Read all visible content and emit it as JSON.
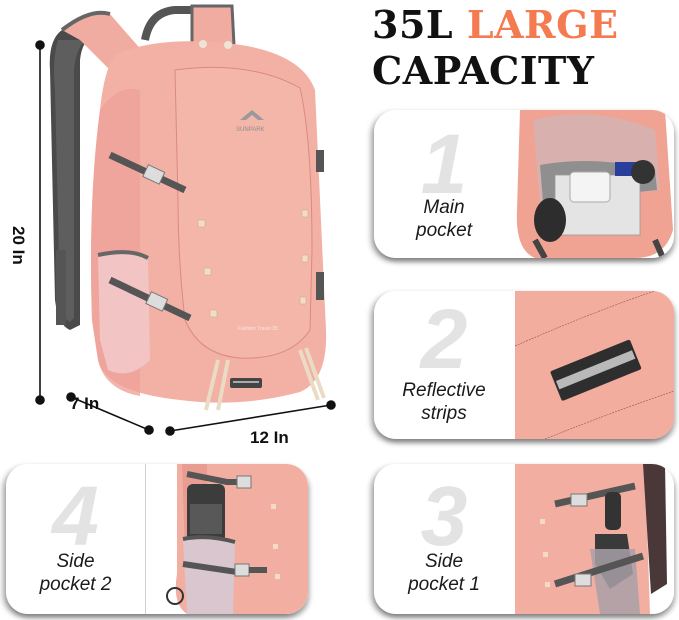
{
  "headline": {
    "prefix": "35L",
    "accent": "LARGE",
    "line2": "CAPACITY",
    "accent_color": "#f47a50",
    "text_color": "#111111"
  },
  "product": {
    "brand_logo_text": "SUNPARK",
    "color_name": "pink",
    "body_color": "#f3b2a6",
    "strap_color": "#5a5a5a"
  },
  "dimensions": {
    "height": "20 In",
    "depth": "7 In",
    "width": "12 In"
  },
  "features": [
    {
      "number": "1",
      "label_line1": "Main",
      "label_line2": "pocket"
    },
    {
      "number": "2",
      "label_line1": "Reflective",
      "label_line2": "strips"
    },
    {
      "number": "3",
      "label_line1": "Side",
      "label_line2": "pocket 1"
    },
    {
      "number": "4",
      "label_line1": "Side",
      "label_line2": "pocket 2"
    }
  ]
}
